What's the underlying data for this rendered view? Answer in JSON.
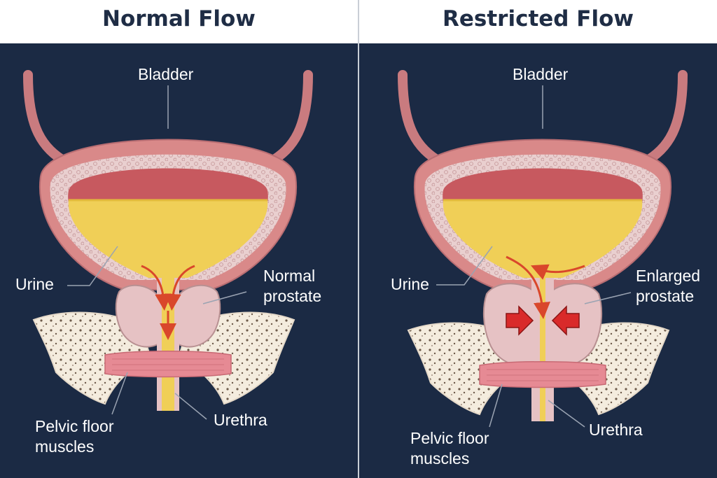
{
  "panels": [
    {
      "title": "Normal Flow",
      "labels": {
        "bladder": "Bladder",
        "urine": "Urine",
        "prostate_line1": "Normal",
        "prostate_line2": "prostate",
        "pelvic_line1": "Pelvic floor",
        "pelvic_line2": "muscles",
        "urethra": "Urethra"
      }
    },
    {
      "title": "Restricted Flow",
      "labels": {
        "bladder": "Bladder",
        "urine": "Urine",
        "prostate_line1": "Enlarged",
        "prostate_line2": "prostate",
        "pelvic_line1": "Pelvic floor",
        "pelvic_line2": "muscles",
        "urethra": "Urethra"
      }
    }
  ],
  "colors": {
    "background": "#1b2a44",
    "title_text": "#1f2d45",
    "bladder_wall": "#d98989",
    "urine": "#f0cf57",
    "prostate": "#e6c2c4",
    "muscle": "#e68a94",
    "flow_arrow": "#d9472b",
    "compression_arrow": "#d92a2a"
  }
}
